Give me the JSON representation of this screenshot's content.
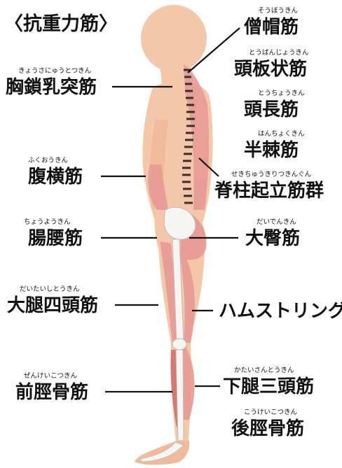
{
  "title": "〈抗重力筋〉",
  "labels": {
    "soubokin": {
      "name": "僧帽筋",
      "reading": "そうぼうきん"
    },
    "toubanjou": {
      "name": "頭板状筋",
      "reading": "とうばんじょうきん"
    },
    "touchou": {
      "name": "頭長筋",
      "reading": "とうちょうきん"
    },
    "hanchoku": {
      "name": "半棘筋",
      "reading": "はんちょくきん"
    },
    "sekichu": {
      "name": "脊柱起立筋群",
      "reading": "せきちゅうきりつきんぐん"
    },
    "kyousa": {
      "name": "胸鎖乳突筋",
      "reading": "きょうさにゅうとつきん"
    },
    "fukuou": {
      "name": "腹横筋",
      "reading": "ふくおうきん"
    },
    "chouyou": {
      "name": "腸腰筋",
      "reading": "ちょうようきん"
    },
    "daiden": {
      "name": "大臀筋",
      "reading": "だいでんきん"
    },
    "daitai": {
      "name": "大腿四頭筋",
      "reading": "だいたいしとうきん"
    },
    "hamstring": {
      "name": "ハムストリング"
    },
    "zenkei": {
      "name": "前脛骨筋",
      "reading": "ぜんけいこつきん"
    },
    "katai": {
      "name": "下腿三頭筋",
      "reading": "かたいさんとうきん"
    },
    "kouke": {
      "name": "後脛骨筋",
      "reading": "こうけいこつきん"
    }
  },
  "colors": {
    "skin": "#f3c7a8",
    "muscle": "#e79a95",
    "muscle_dark": "#d36f6d",
    "bone": "#f5f5f3",
    "spine": "#3a2f2c",
    "text": "#111111"
  }
}
